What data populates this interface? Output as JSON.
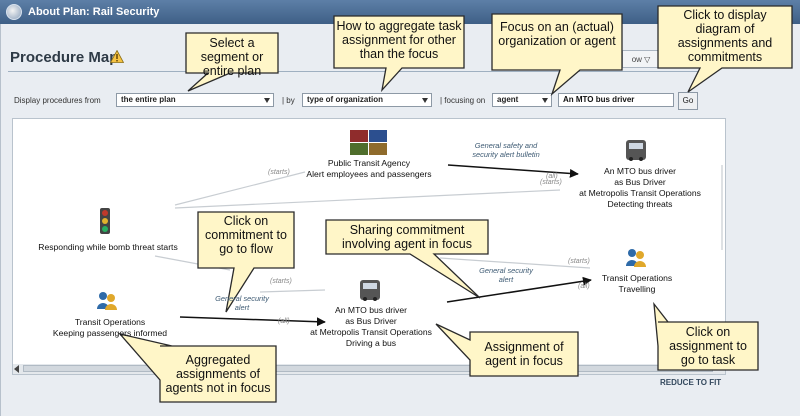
{
  "window": {
    "title": "About Plan: Rail Security"
  },
  "page": {
    "title": "Procedure Map",
    "view_button": "ow"
  },
  "toolbar": {
    "display_from_label": "Display procedures from",
    "display_from_value": "the entire plan",
    "by_label": "| by",
    "by_value": "type of organization",
    "focus_label": "| focusing on",
    "focus_value": "agent",
    "focus_entity_value": "An MTO bus driver",
    "go_label": "Go"
  },
  "nodes": {
    "pta": {
      "line1": "Public Transit Agency",
      "line2": "Alert employees and passengers"
    },
    "mto_top": {
      "line1": "An MTO bus driver",
      "line2": "as Bus Driver",
      "line3": "at Metropolis Transit Operations",
      "line4": "Detecting threats"
    },
    "bomb": {
      "line1": "Responding while bomb threat starts"
    },
    "to_travel": {
      "line1": "Transit Operations",
      "line2": "Travelling"
    },
    "to_keep": {
      "line1": "Transit Operations",
      "line2": "Keeping passengers informed"
    },
    "mto_mid": {
      "line1": "An MTO bus driver",
      "line2": "as Bus Driver",
      "line3": "at Metropolis Transit Operations",
      "line4": "Driving a bus"
    }
  },
  "edges": {
    "bulletin_1": "General safety and",
    "bulletin_2": "security alert bulletin",
    "alert_mid_1": "General security",
    "alert_mid_2": "alert",
    "alert_left_1": "General security",
    "alert_left_2": "alert",
    "starts": "(starts)",
    "all": "(all)"
  },
  "callouts": {
    "segment": "Select a segment or entire plan",
    "aggregate": "How to aggregate task assignment for other than the focus",
    "focus": "Focus on an (actual) organization or agent",
    "display_diagram": "Click to display diagram of assignments and commitments",
    "click_commitment": "Click on commitment to go to flow",
    "sharing": "Sharing commitment involving agent in focus",
    "assignment_focus": "Assignment of agent in focus",
    "click_assignment": "Click on assignment to go to task",
    "aggregated": "Aggregated assignments of agents not in focus"
  },
  "footer": {
    "reduce_to_fit": "REDUCE TO FIT"
  },
  "colors": {
    "callout_fill": "#fff6c8",
    "callout_border": "#2a2a2a",
    "title_bar": "#4a6b93"
  }
}
